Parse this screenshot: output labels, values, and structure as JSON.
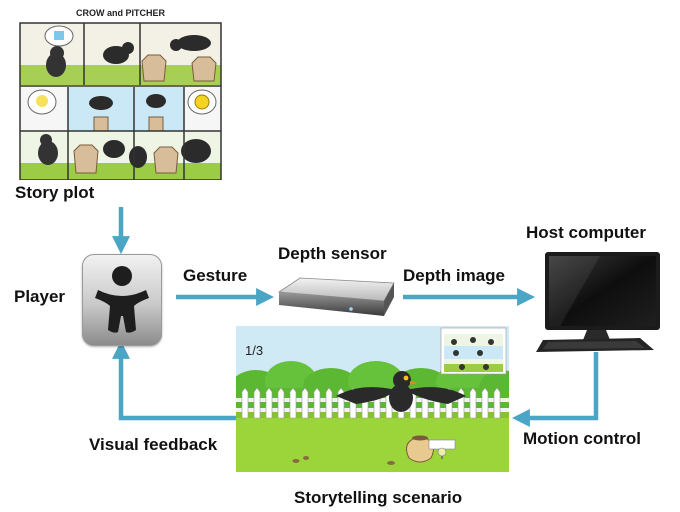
{
  "story_plot": {
    "panel_title": "CROW and PITCHER",
    "label": "Story plot"
  },
  "labels": {
    "player": "Player",
    "gesture": "Gesture",
    "depth_sensor": "Depth sensor",
    "depth_image": "Depth image",
    "host_computer": "Host computer",
    "motion_control": "Motion control",
    "visual_feedback": "Visual feedback",
    "storytelling_scenario": "Storytelling scenario"
  },
  "scenario": {
    "page_counter": "1/3"
  },
  "colors": {
    "arrow": "#4aa6c4",
    "sky": "#cfe9f5",
    "grass": "#9bd53a",
    "bush": "#5cb832"
  }
}
